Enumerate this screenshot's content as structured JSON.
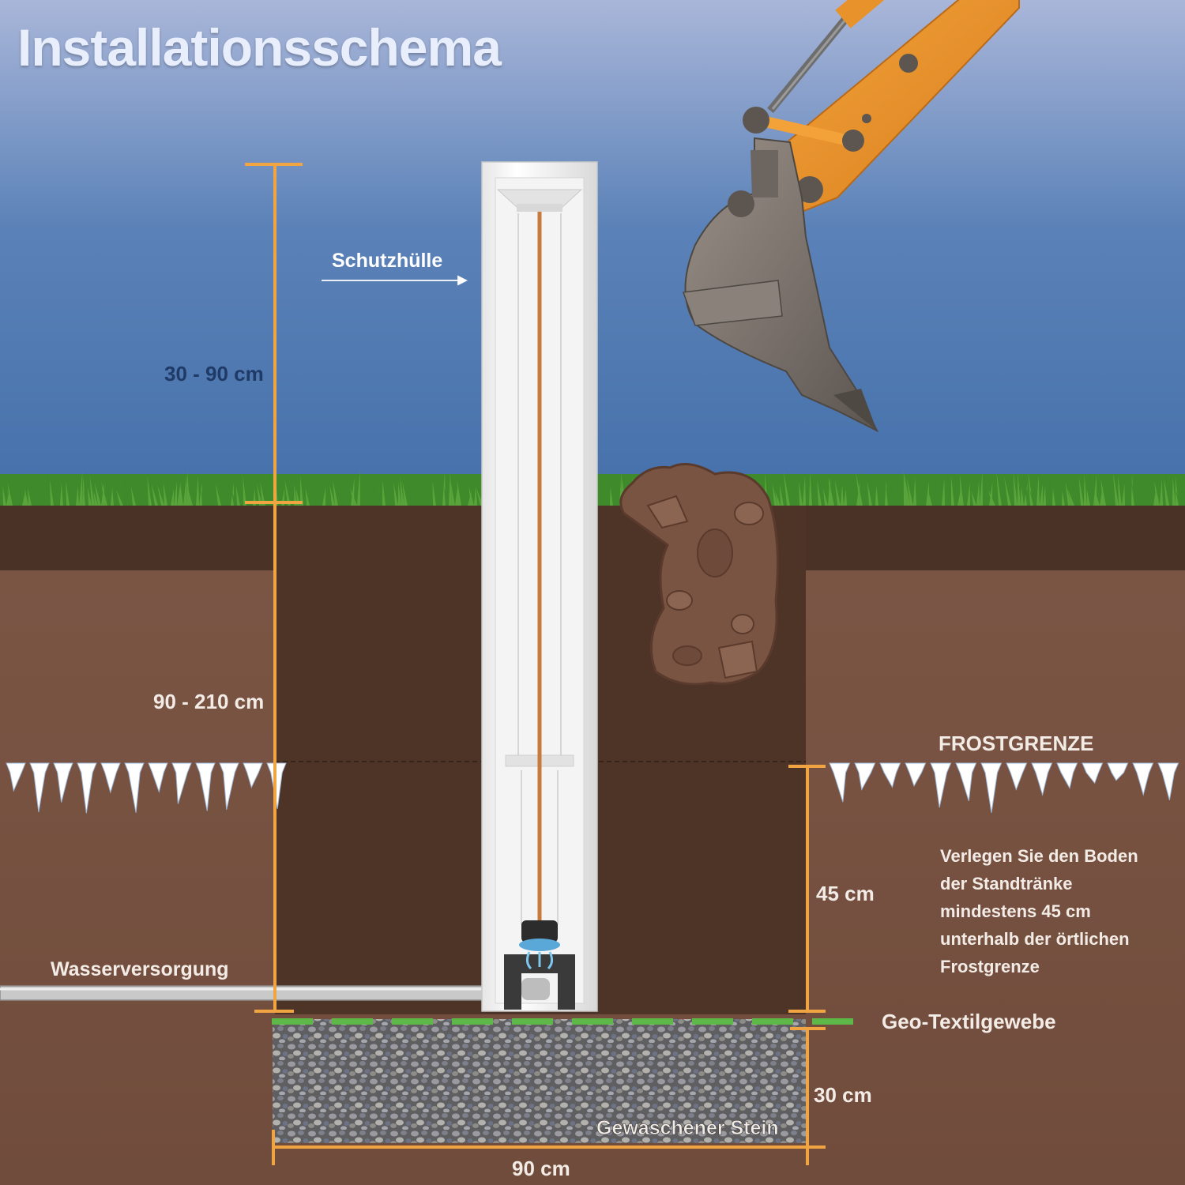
{
  "title": "Installationsschema",
  "labels": {
    "sleeve": "Schutzhülle",
    "above_ground": "30 - 90 cm",
    "below_ground": "90 - 210 cm",
    "frost_line": "FROSTGRENZE",
    "below_frost": "45 cm",
    "water_supply": "Wasserversorgung",
    "geotextile": "Geo-Textilgewebe",
    "gravel_depth": "30 cm",
    "gravel": "Gewaschener Stein",
    "width": "90 cm"
  },
  "note_lines": [
    "Verlegen Sie den Boden",
    "der Standtränke",
    "mindestens 45 cm",
    "unterhalb der örtlichen",
    "Frostgrenze"
  ],
  "colors": {
    "sky_top": "#a9b6d9",
    "sky_bottom": "#4a73ad",
    "grass": "#4f9a35",
    "topsoil": "#4a3326",
    "soil": "#7a5443",
    "pit": "#4e3327",
    "dimension": "#f0a542",
    "geotextile": "#5db847",
    "copper": "#c8793c",
    "excavator": "#e8922c"
  }
}
